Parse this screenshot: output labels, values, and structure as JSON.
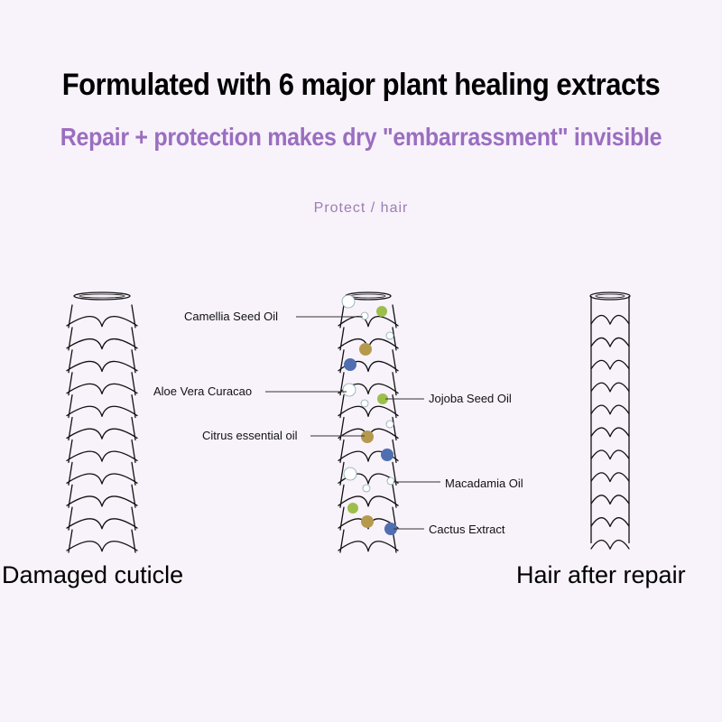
{
  "title": "Formulated with 6 major plant healing extracts",
  "subtitle": "Repair + protection makes dry \"embarrassment\" invisible",
  "tagline": "Protect / hair",
  "captions": {
    "left": "Damaged cuticle",
    "right": "Hair after repair"
  },
  "extracts": [
    {
      "name": "Camellia Seed Oil",
      "side": "left"
    },
    {
      "name": "Aloe Vera Curacao",
      "side": "left"
    },
    {
      "name": "Citrus essential oil",
      "side": "left"
    },
    {
      "name": "Jojoba Seed Oil",
      "side": "right"
    },
    {
      "name": "Macadamia Oil",
      "side": "right"
    },
    {
      "name": "Cactus Extract",
      "side": "right"
    }
  ],
  "colors": {
    "title": "#000000",
    "subtitle": "#9a6ec0",
    "tagline": "#9a7fb0",
    "green_particle": "#9cbf4a",
    "olive_particle": "#b59a4e",
    "blue_particle": "#4f6fb0",
    "white_particle": "#ffffff"
  }
}
